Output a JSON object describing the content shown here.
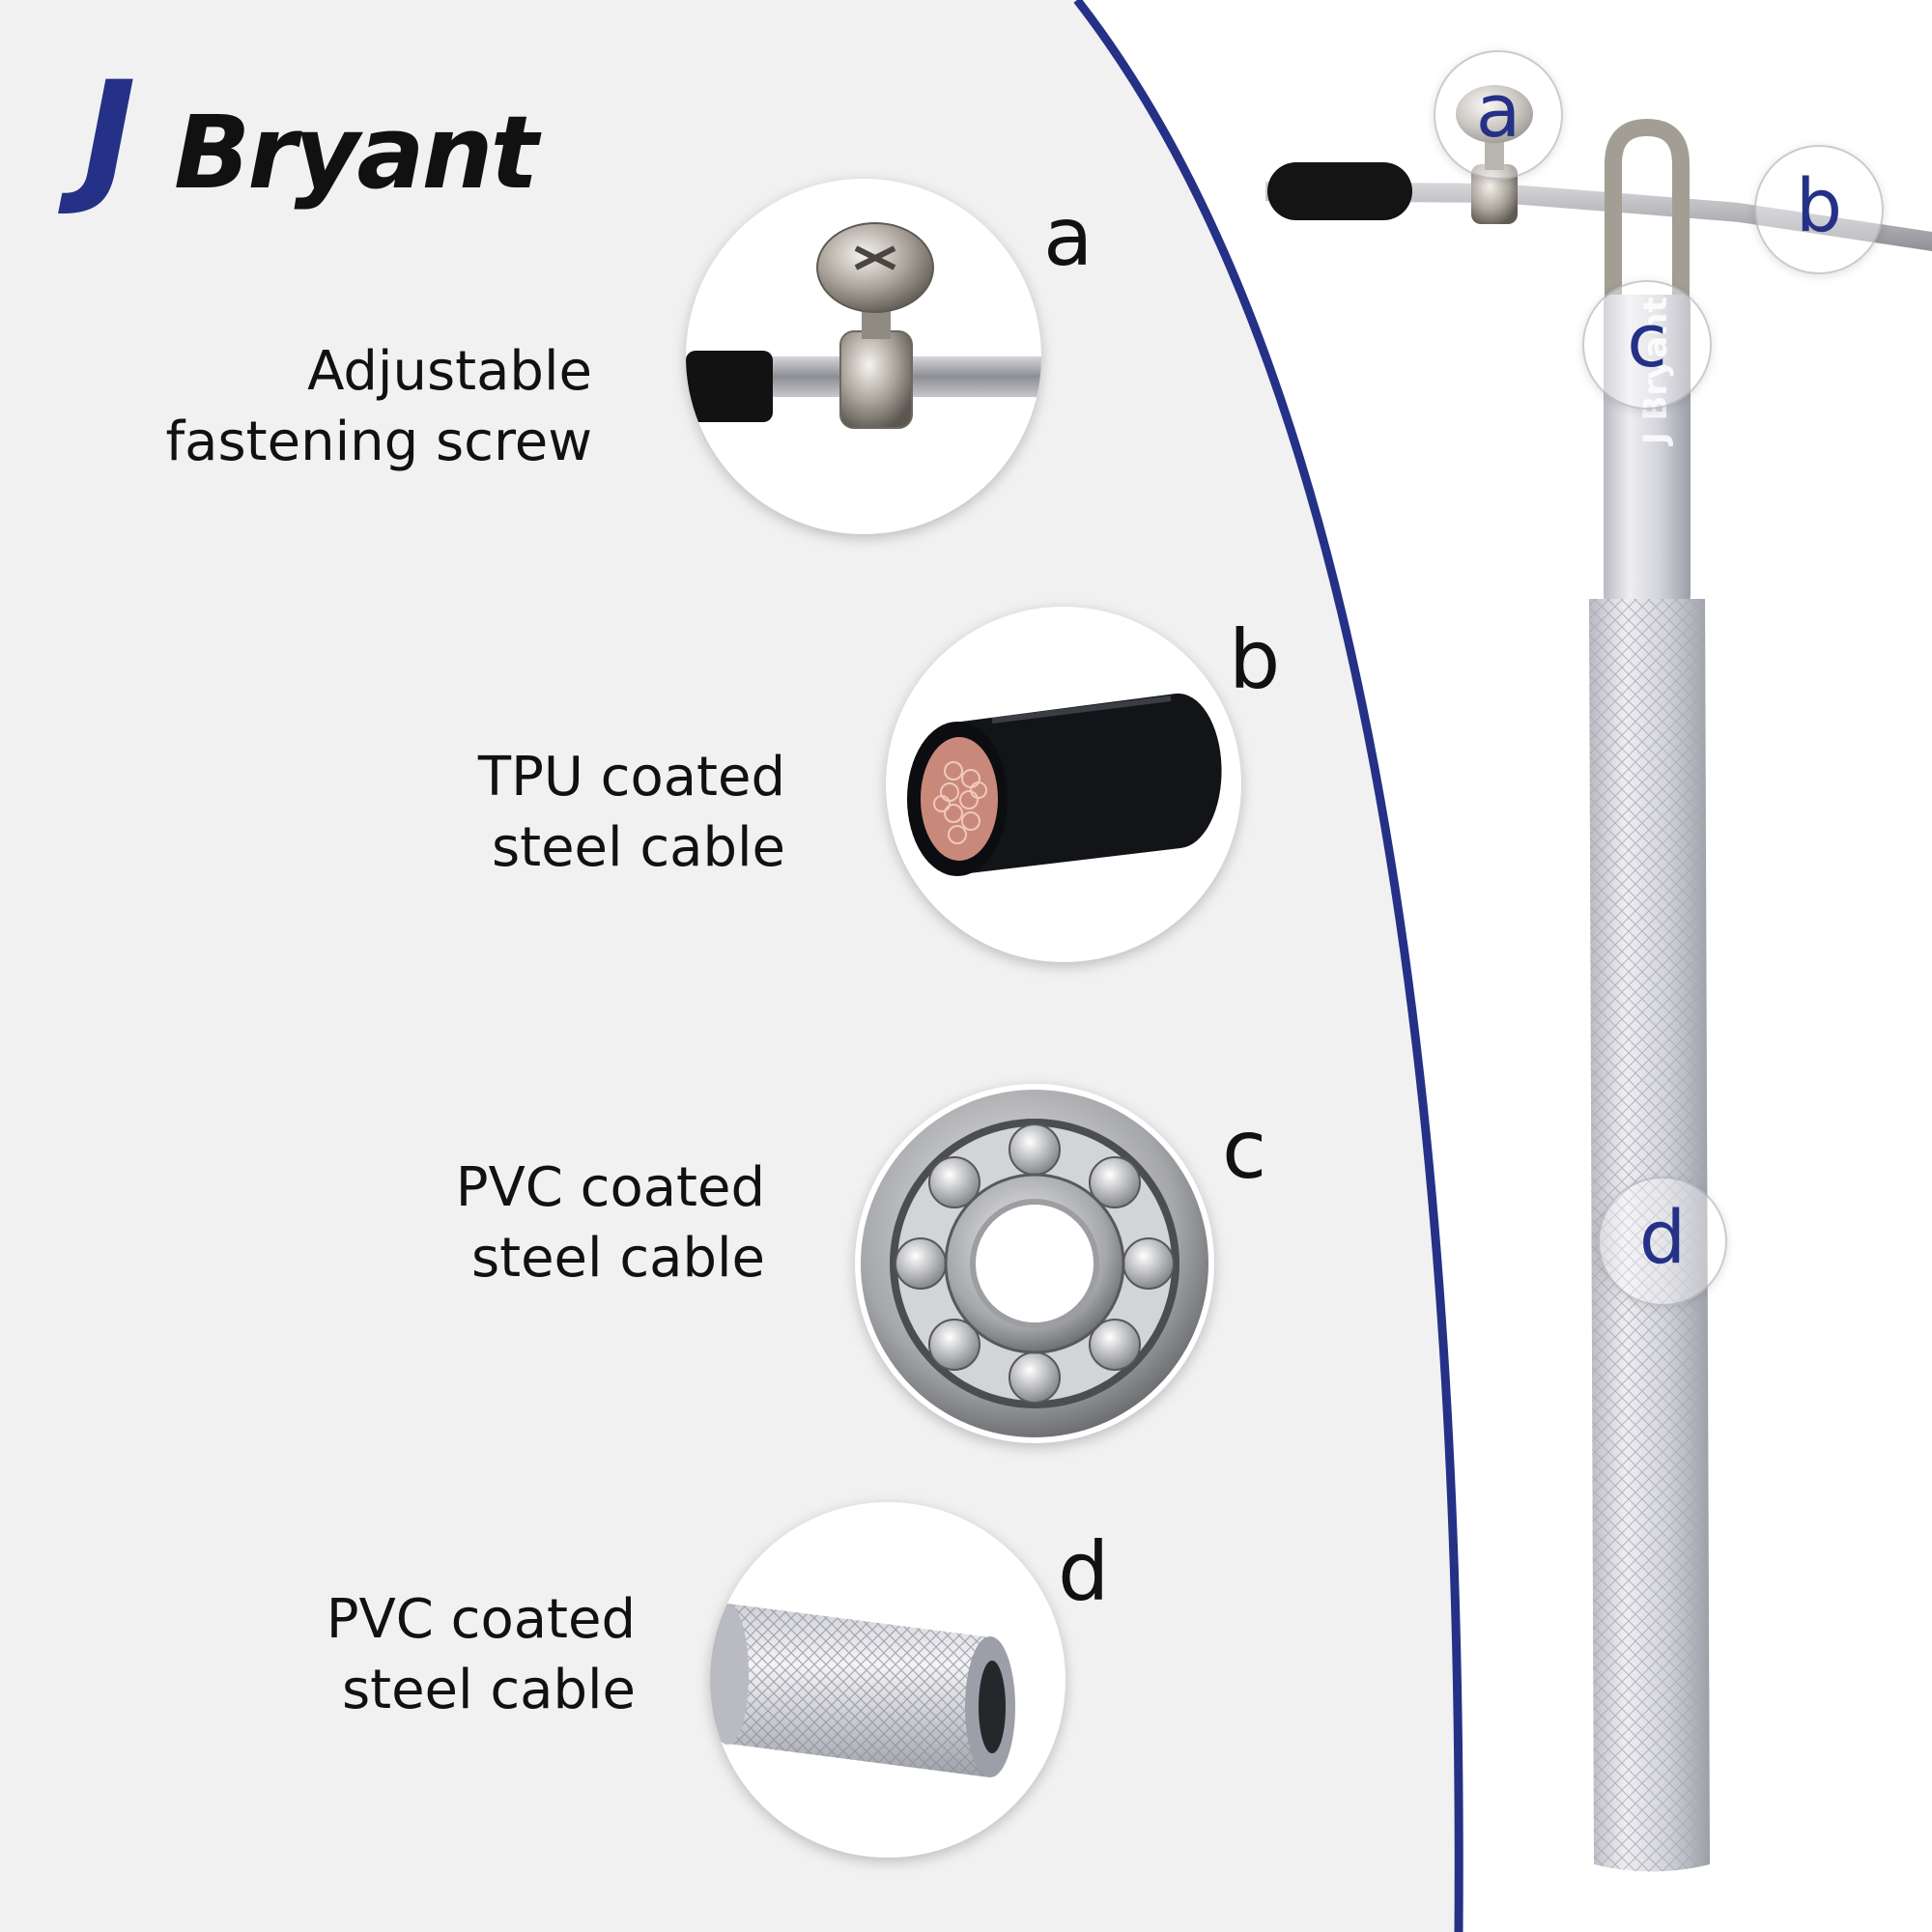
{
  "brand": {
    "logo_initial": "J",
    "logo_name": "Bryant",
    "engraving": "J Bryant"
  },
  "colors": {
    "accent": "#253186",
    "panel": "#f1f1f1",
    "text": "#111111"
  },
  "features": [
    {
      "letter": "a",
      "caption": "Adjustable\nfastening screw",
      "icon": "screw-clamp-icon"
    },
    {
      "letter": "b",
      "caption": "TPU coated\nsteel cable",
      "icon": "cable-cross-section-icon"
    },
    {
      "letter": "c",
      "caption": "PVC coated\nsteel cable",
      "icon": "ball-bearing-icon"
    },
    {
      "letter": "d",
      "caption": "PVC coated\nsteel cable",
      "icon": "knurled-handle-icon"
    }
  ],
  "product_markers": [
    "a",
    "b",
    "c",
    "d"
  ]
}
